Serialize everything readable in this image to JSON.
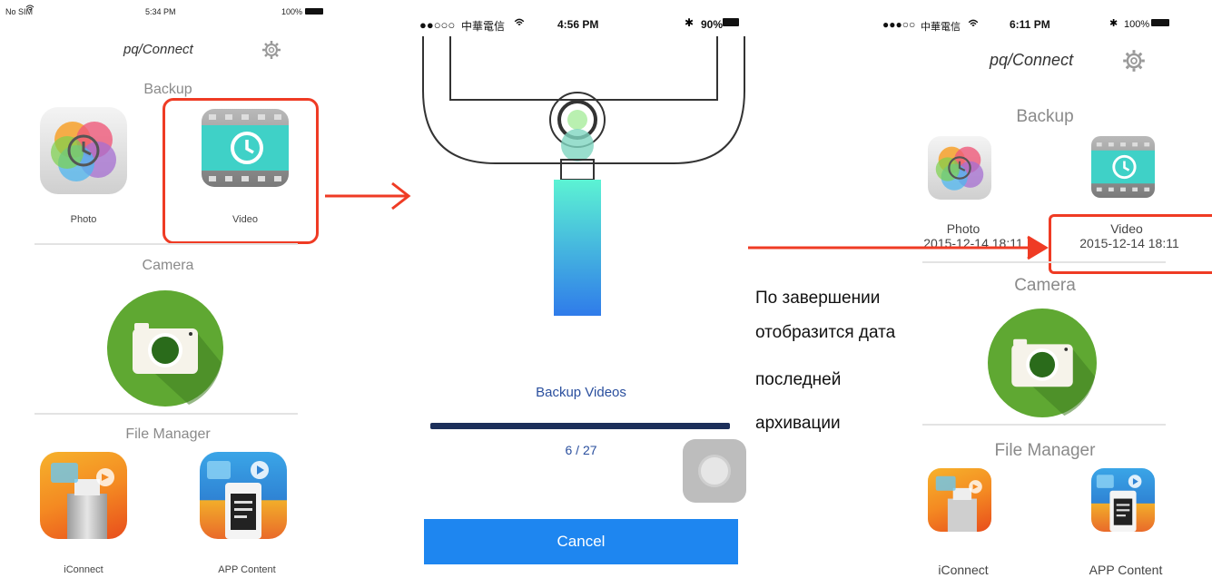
{
  "left": {
    "status_carrier": "No SIM",
    "status_time": "5:34 PM",
    "status_battery": "100%",
    "app_title": "pq/Connect",
    "section_backup": "Backup",
    "photo_label": "Photo",
    "video_label": "Video",
    "section_camera": "Camera",
    "section_file_manager": "File Manager",
    "iconnect_label": "iConnect",
    "app_content_label": "APP Content"
  },
  "middle": {
    "status_carrier": "中華電信",
    "status_time": "4:56 PM",
    "status_battery": "90%",
    "backup_title": "Backup Videos",
    "progress_text": "6 / 27",
    "progress": {
      "done": 6,
      "total": 27
    },
    "cancel_label": "Cancel"
  },
  "right": {
    "status_carrier": "中華電信",
    "status_time": "6:11 PM",
    "status_battery": "100%",
    "app_title": "pq/Connect",
    "section_backup": "Backup",
    "photo_label": "Photo",
    "photo_date": "2015-12-14 18:11",
    "video_label": "Video",
    "video_date": "2015-12-14 18:11",
    "section_camera": "Camera",
    "section_file_manager": "File Manager",
    "iconnect_label": "iConnect",
    "app_content_label": "APP Content"
  },
  "annotation": {
    "line1": "По завершении",
    "line2": "отобразится дата",
    "line3": "последней",
    "line4": "архивации"
  },
  "colors": {
    "highlight_red": "#ef3b24",
    "camera_green": "#5fa832",
    "progress_navy": "#1c2f5a",
    "cancel_blue": "#1e86f0",
    "link_blue": "#2a4f9e"
  },
  "icons": [
    "gear-icon",
    "photos-icon",
    "video-backup-icon",
    "camera-icon",
    "iconnect-icon",
    "app-content-icon",
    "wifi-icon",
    "battery-icon",
    "bluetooth-icon"
  ]
}
